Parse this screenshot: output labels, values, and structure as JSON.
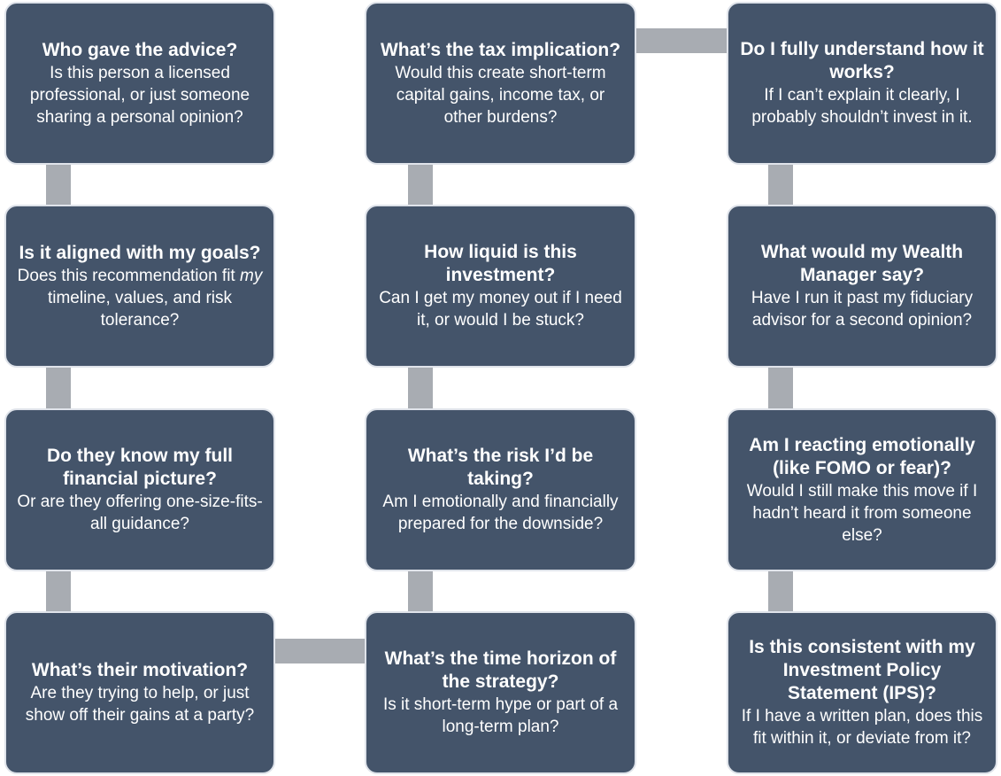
{
  "colors": {
    "box_fill": "#44546a",
    "box_border": "#dfe3ea",
    "text": "#ffffff",
    "connector": "#a8acb2"
  },
  "boxes": [
    {
      "question": "Who gave the advice?",
      "detail": "Is this person a licensed professional, or just someone sharing a personal opinion?"
    },
    {
      "question": "Is it aligned with my goals?",
      "detail_before": "Does this recommendation fit ",
      "detail_em": "my",
      "detail_after": " timeline, values, and risk tolerance?"
    },
    {
      "question": "Do they know my full financial picture?",
      "detail": "Or are they offering one-size-fits-all guidance?"
    },
    {
      "question": "What’s their motivation?",
      "detail": "Are they trying to help, or just show off their gains at a party?"
    },
    {
      "question": "What’s the tax implication?",
      "detail": "Would this create short-term capital gains, income tax, or other burdens?"
    },
    {
      "question": "How liquid is this investment?",
      "detail": "Can I get my money out if I need it, or would I be stuck?"
    },
    {
      "question": "What’s the risk I’d be taking?",
      "detail": "Am I emotionally and financially prepared for the downside?"
    },
    {
      "question": "What’s the time horizon of the strategy?",
      "detail": "Is it short-term hype or part of a long-term plan?"
    },
    {
      "question": "Do I fully understand how it works?",
      "detail": "If I can’t explain it clearly, I probably shouldn’t invest in it."
    },
    {
      "question": "What would my Wealth Manager say?",
      "detail": "Have I run it past my fiduciary advisor for a second opinion?"
    },
    {
      "question": "Am I reacting emotionally (like FOMO or fear)?",
      "detail": "Would I still make this move if I hadn’t heard it from someone else?"
    },
    {
      "question": "Is this consistent with my Investment Policy Statement (IPS)?",
      "detail": "If I have a written plan, does this fit within it, or deviate from it?"
    }
  ]
}
